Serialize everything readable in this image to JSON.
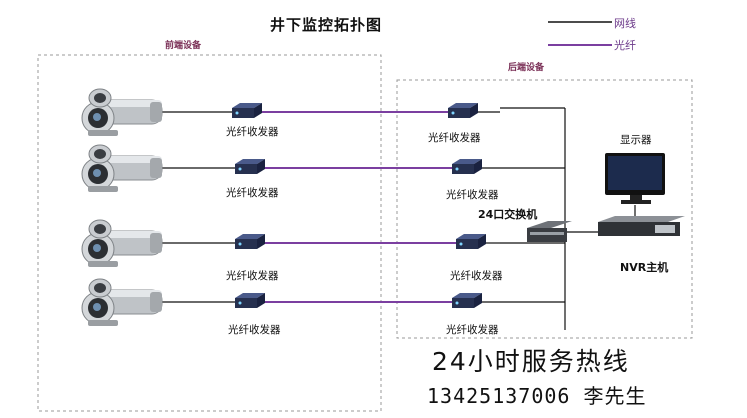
{
  "title": "井下监控拓扑图",
  "legend": [
    {
      "label": "网线",
      "color": "#111111"
    },
    {
      "label": "光纤",
      "color": "#7b3fa0"
    }
  ],
  "groups": {
    "front": "前端设备",
    "back": "后端设备"
  },
  "front_labels": [
    "光纤收发器",
    "光纤收发器",
    "光纤收发器",
    "光纤收发器"
  ],
  "back_labels": [
    "光纤收发器",
    "光纤收发器",
    "光纤收发器",
    "光纤收发器"
  ],
  "switch_label": "24口交换机",
  "monitor_label": "显示器",
  "nvr_label": "NVR主机",
  "hotline": "24小时服务热线",
  "phone": "13425137006 李先生",
  "colors": {
    "fiber": "#7b3fa0",
    "ethernet": "#111111",
    "box": "#999999"
  }
}
